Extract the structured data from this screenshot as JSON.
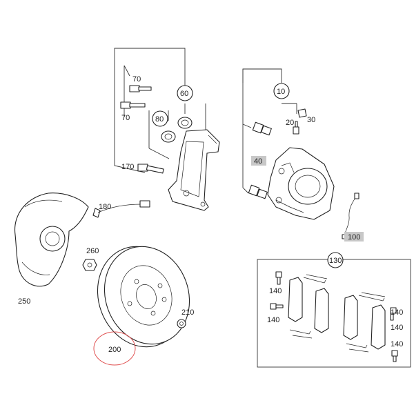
{
  "labels": {
    "l70a": "70",
    "l70b": "70",
    "l60": "60",
    "l80": "80",
    "l170": "170",
    "l180": "180",
    "l10": "10",
    "l20": "20",
    "l30": "30",
    "l40": "40",
    "l100": "100",
    "l260": "260",
    "l250": "250",
    "l200": "200",
    "l210": "210",
    "l130": "130",
    "l140a": "140",
    "l140b": "140",
    "l140c": "140",
    "l140d": "140",
    "l140e": "140"
  },
  "colors": {
    "highlight_circle": "#e05050",
    "tag_fill": "#c8c8c8"
  }
}
